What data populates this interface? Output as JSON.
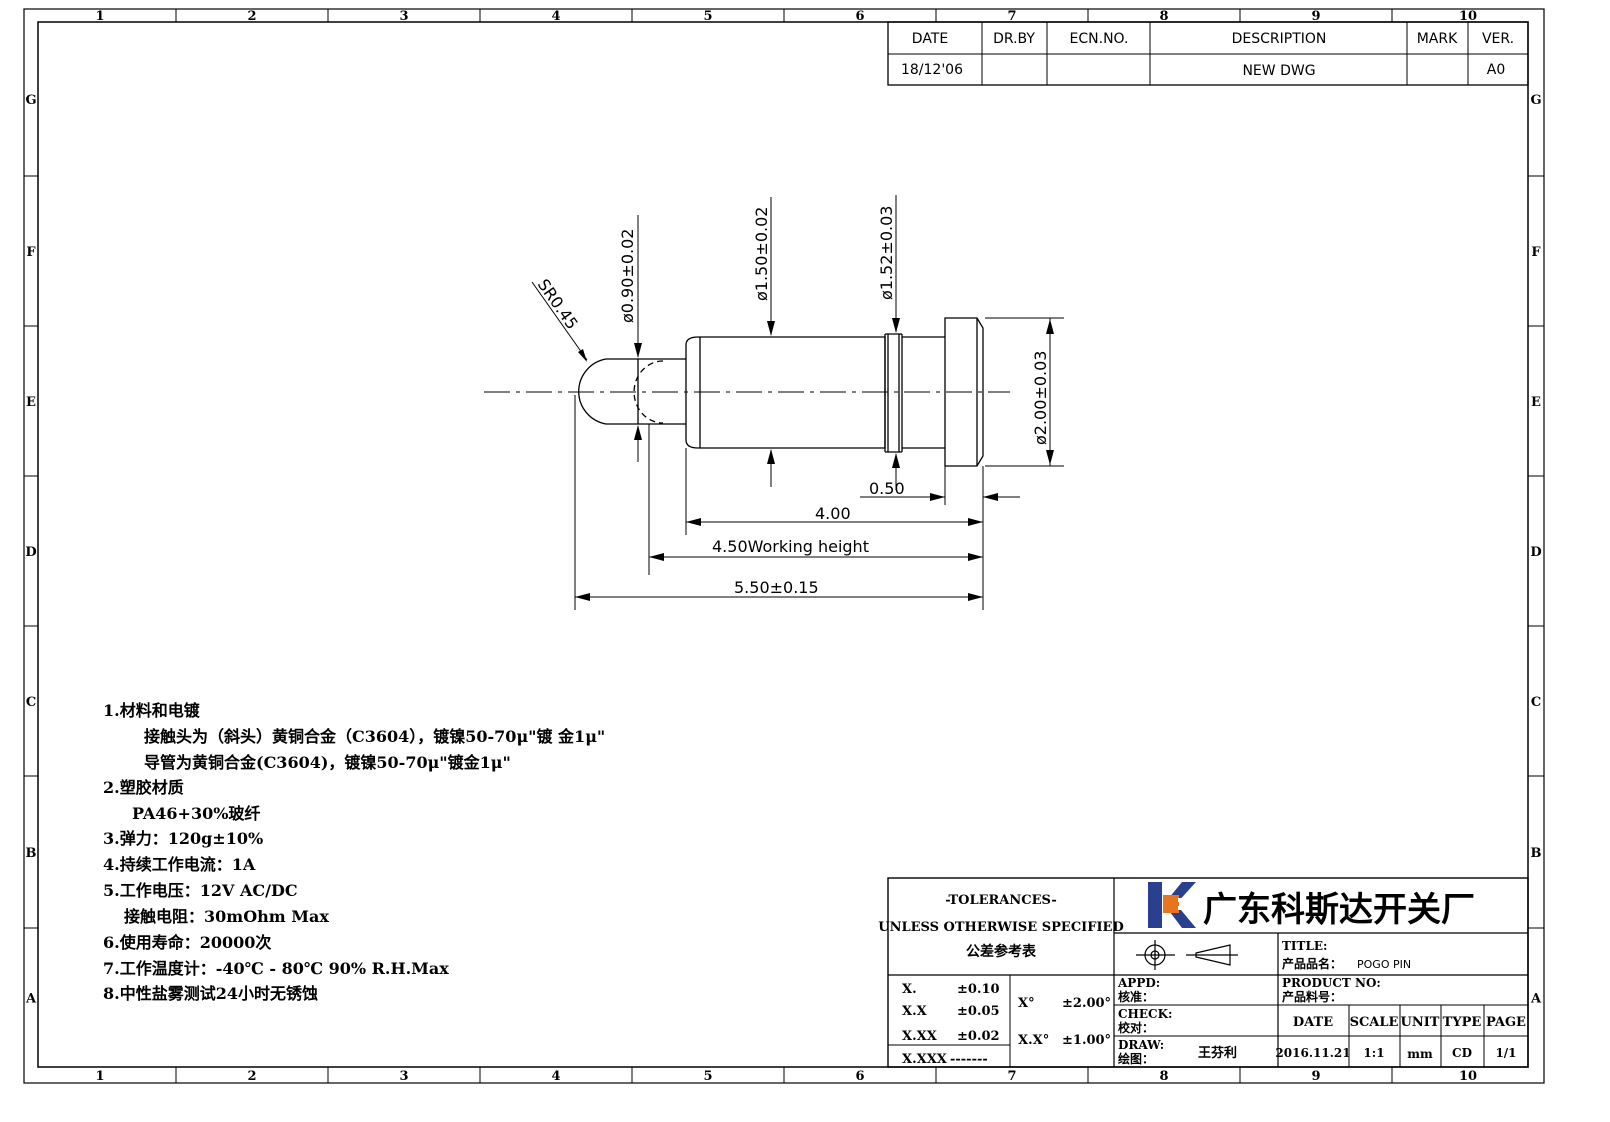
{
  "border": {
    "columns": [
      "1",
      "2",
      "3",
      "4",
      "5",
      "6",
      "7",
      "8",
      "9",
      "10"
    ],
    "rows": [
      "G",
      "F",
      "E",
      "D",
      "C",
      "B",
      "A"
    ]
  },
  "revision": {
    "headers": {
      "date": "DATE",
      "drby": "DR.BY",
      "ecn": "ECN.NO.",
      "desc": "DESCRIPTION",
      "mark": "MARK",
      "ver": "VER."
    },
    "row": {
      "date": "18/12'06",
      "drby": "",
      "ecn": "",
      "desc": "NEW DWG",
      "mark": "",
      "ver": "A0"
    }
  },
  "dimensions": {
    "sr": "SR0.45",
    "d090": "ø0.90±0.02",
    "d150": "ø1.50±0.02",
    "d152": "ø1.52±0.03",
    "d200": "ø2.00±0.03",
    "l050": "0.50",
    "l400": "4.00",
    "l450": "4.50Working height",
    "l550": "5.50±0.15"
  },
  "notes": [
    "1.材料和电镀",
    "接触头为（斜头）黄铜合金（C3604），镀镍50-70μ\"镀 金1μ\"",
    "导管为黄铜合金(C3604)，镀镍50-70μ\"镀金1μ\"",
    "2.塑胶材质",
    "PA46+30%玻纤",
    "3.弹力：120g±10%",
    "4.持续工作电流：1A",
    "5.工作电压：12V AC/DC",
    "接触电阻：30mOhm Max",
    "6.使用寿命：20000次",
    "7.工作温度计：-40℃ - 80℃  90% R.H.Max",
    "8.中性盐雾测试24小时无锈蚀"
  ],
  "title_block": {
    "tolerances_title": "-TOLERANCES-",
    "unless": "UNLESS OTHERWISE SPECIFIED",
    "ref_table": "公差参考表",
    "tol_rows": [
      {
        "key": "X.",
        "val": "±0.10"
      },
      {
        "key": "X.X",
        "val": "±0.05"
      },
      {
        "key": "X.XX",
        "val": "±0.02"
      },
      {
        "key": "X.XXX",
        "val": "-------"
      }
    ],
    "ang_rows": [
      {
        "key": "X°",
        "val": "±2.00°"
      },
      {
        "key": "X.X°",
        "val": "±1.00°"
      }
    ],
    "company": "广东科斯达开关厂",
    "title_label": "TITLE:",
    "product_name_label": "产品品名：",
    "product_name": "POGO PIN",
    "product_no_label": "PRODUCT NO:",
    "product_code_label": "产品料号：",
    "appd": "APPD:",
    "appd_cn": "核准：",
    "check": "CHECK:",
    "check_cn": "校对：",
    "draw": "DRAW:",
    "draw_cn": "绘图：",
    "drawer": "王芬利",
    "info_headers": [
      "DATE",
      "SCALE",
      "UNIT",
      "TYPE",
      "PAGE"
    ],
    "info_values": [
      "2016.11.21",
      "1:1",
      "mm",
      "CD",
      "1/1"
    ]
  },
  "colors": {
    "line": "#000000",
    "logo_blue": "#2b3f8f",
    "logo_orange": "#e8741e"
  }
}
